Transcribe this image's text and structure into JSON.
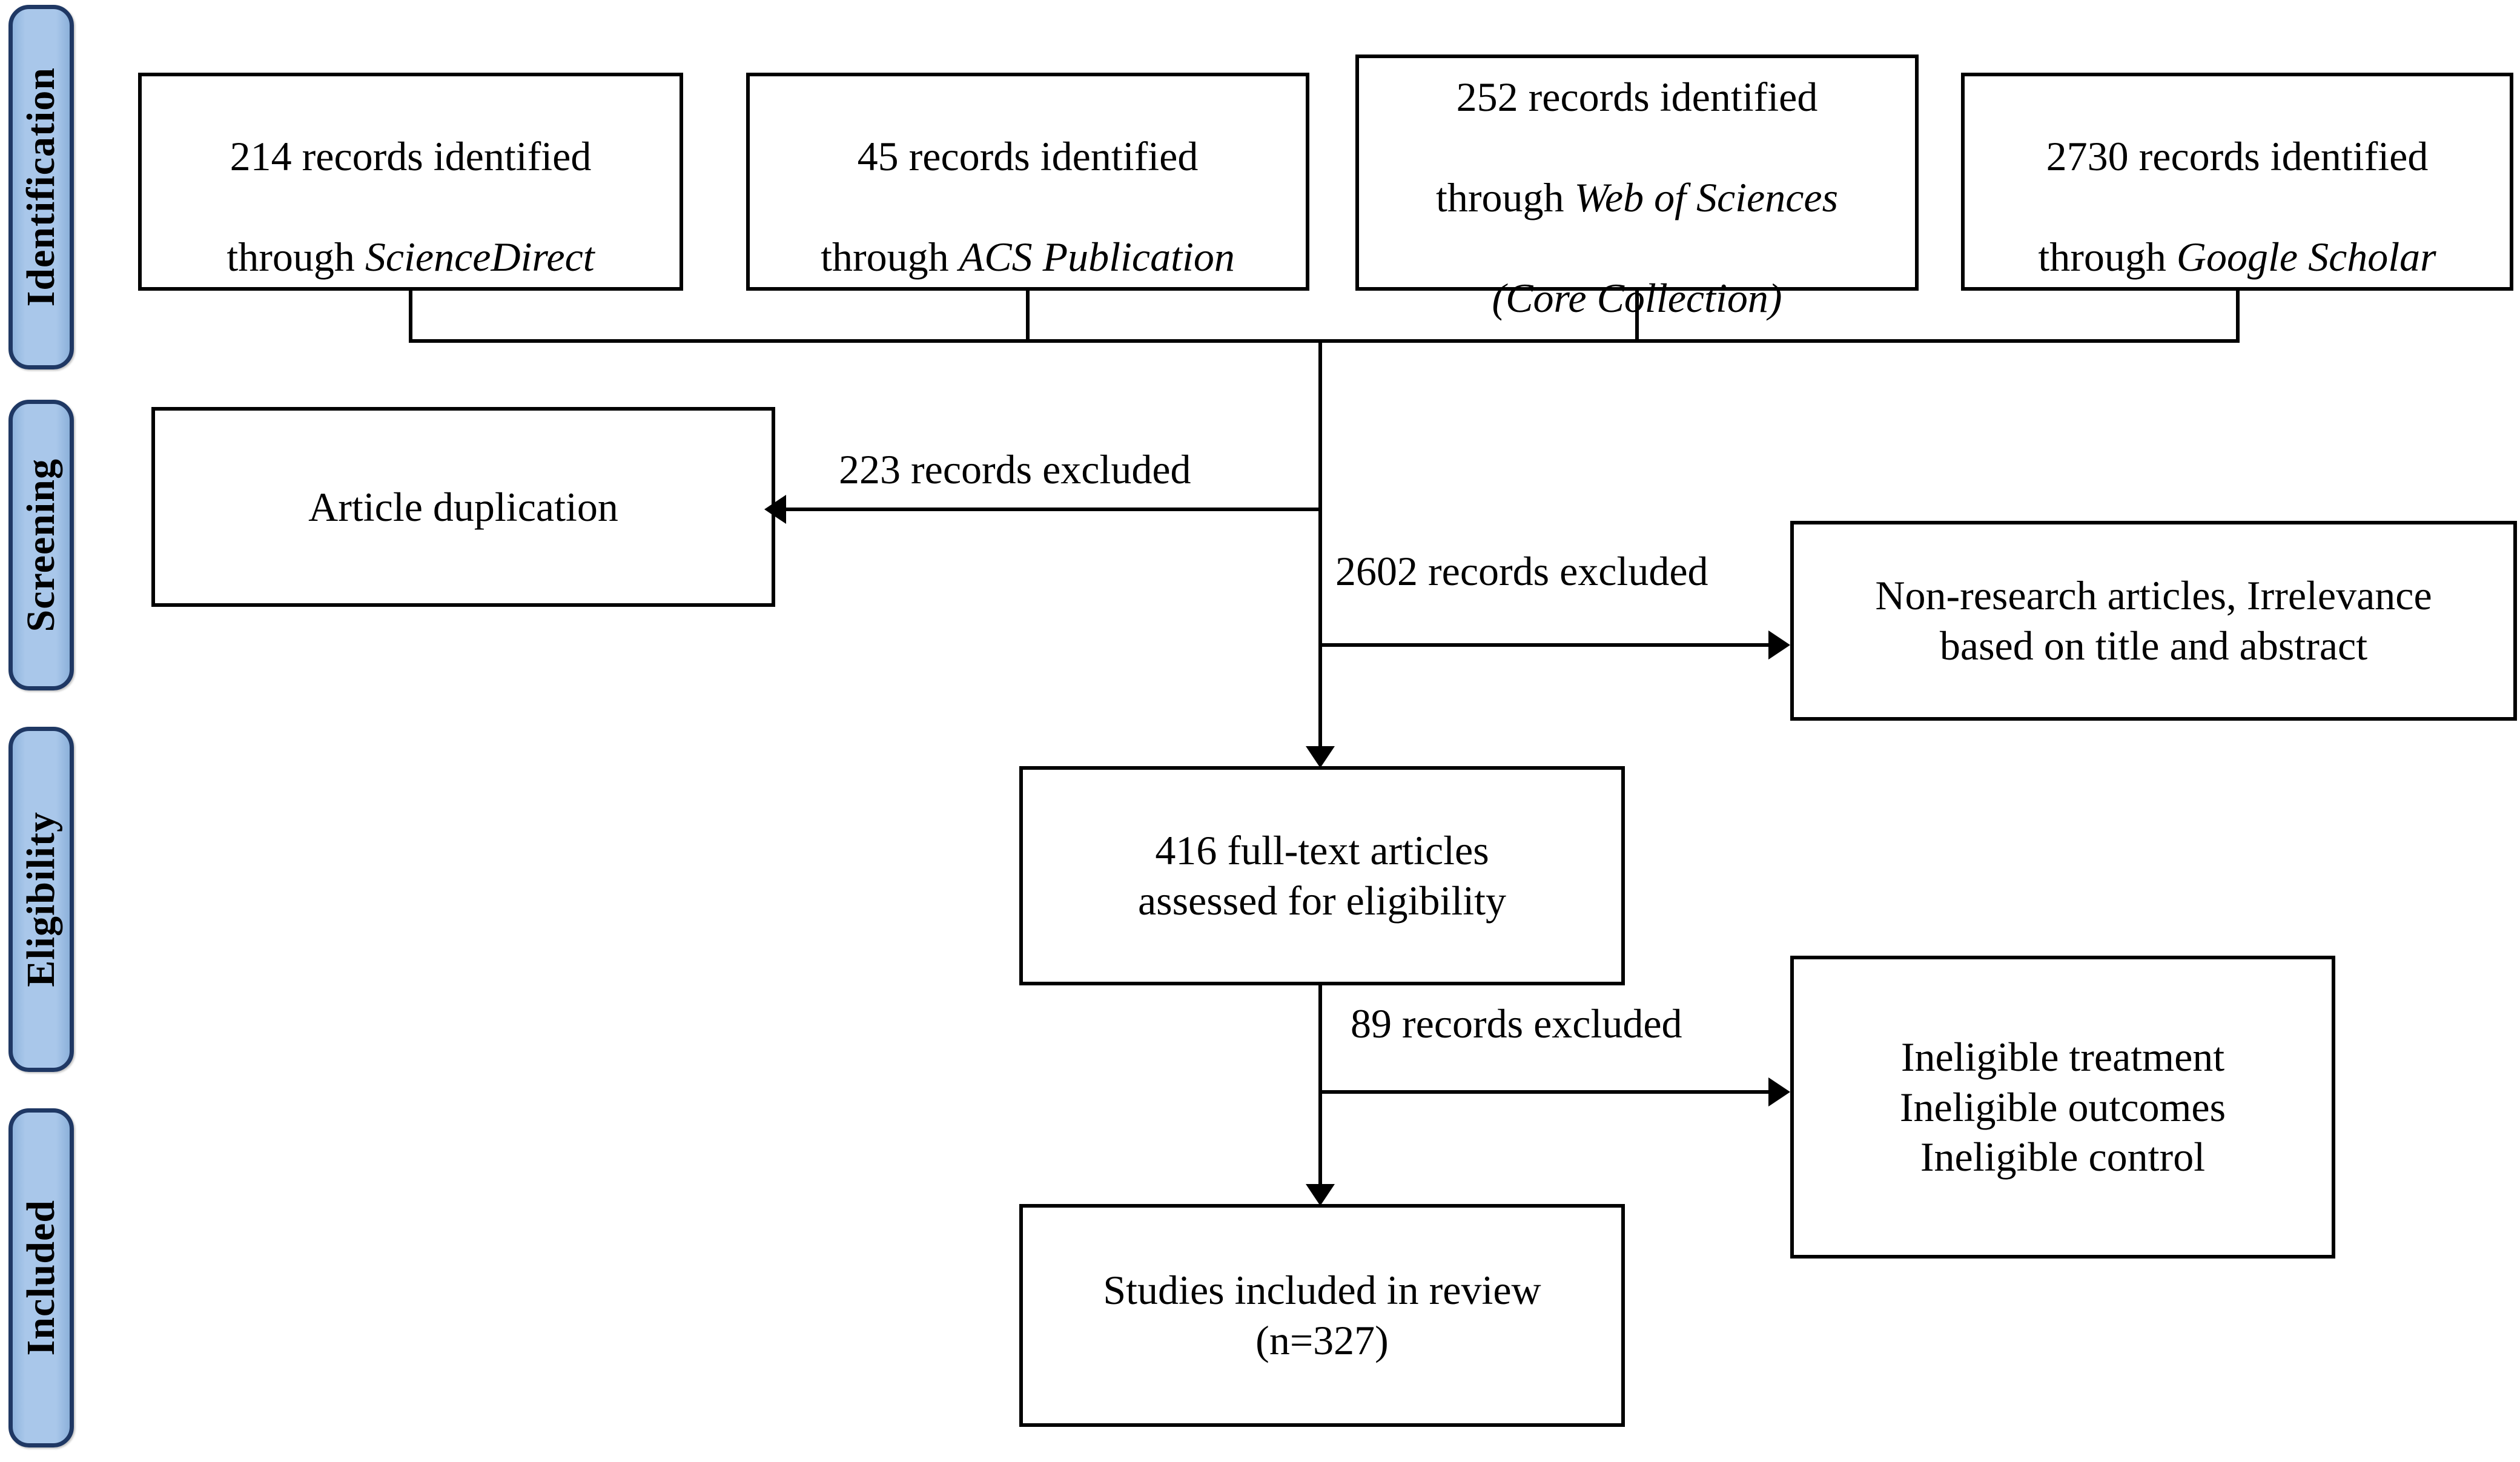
{
  "diagram": {
    "title": "PRISMA study selection flow diagram",
    "type": "flowchart",
    "accent_color": "#a9c7ea",
    "accent_border_color": "#1f3864",
    "line_color": "#000000",
    "background_color": "#ffffff"
  },
  "stages": [
    {
      "id": "identification",
      "label": "Identification"
    },
    {
      "id": "screening",
      "label": "Screening"
    },
    {
      "id": "eligibility",
      "label": "Eligibility"
    },
    {
      "id": "included",
      "label": "Included"
    }
  ],
  "sources": [
    {
      "id": "sciencedirect",
      "count": 214,
      "line1": "214 records identified",
      "line2_prefix": "through ",
      "database": "ScienceDirect",
      "line3_italic": ""
    },
    {
      "id": "acs",
      "count": 45,
      "line1": "45 records identified",
      "line2_prefix": "through ",
      "database": "ACS Publication",
      "line3_italic": ""
    },
    {
      "id": "web-of-sciences",
      "count": 252,
      "line1": "252 records identified",
      "line2_prefix": "through ",
      "database": "Web of Sciences",
      "line3_italic": "(Core Collection)"
    },
    {
      "id": "google-scholar",
      "count": 2730,
      "line1": "2730 records identified",
      "line2_prefix": "through ",
      "database": "Google Scholar",
      "line3_italic": ""
    }
  ],
  "nodes": {
    "article_duplication": {
      "text": "Article duplication"
    },
    "non_research": {
      "text": "Non-research articles, Irrelevance\nbased on title and abstract"
    },
    "full_text": {
      "text": "416 full-text articles\nassessed for eligibility",
      "count": 416
    },
    "ineligible": {
      "text": "Ineligible treatment\nIneligible outcomes\nIneligible control"
    },
    "included_studies": {
      "text": "Studies included in review\n(n=327)",
      "count": 327
    }
  },
  "edges": {
    "excluded_duplicates": {
      "label": "223 records excluded",
      "count": 223,
      "direction": "left"
    },
    "excluded_screening": {
      "label": "2602 records excluded",
      "count": 2602,
      "direction": "right"
    },
    "excluded_eligibility": {
      "label": "89 records excluded",
      "count": 89,
      "direction": "right"
    }
  }
}
